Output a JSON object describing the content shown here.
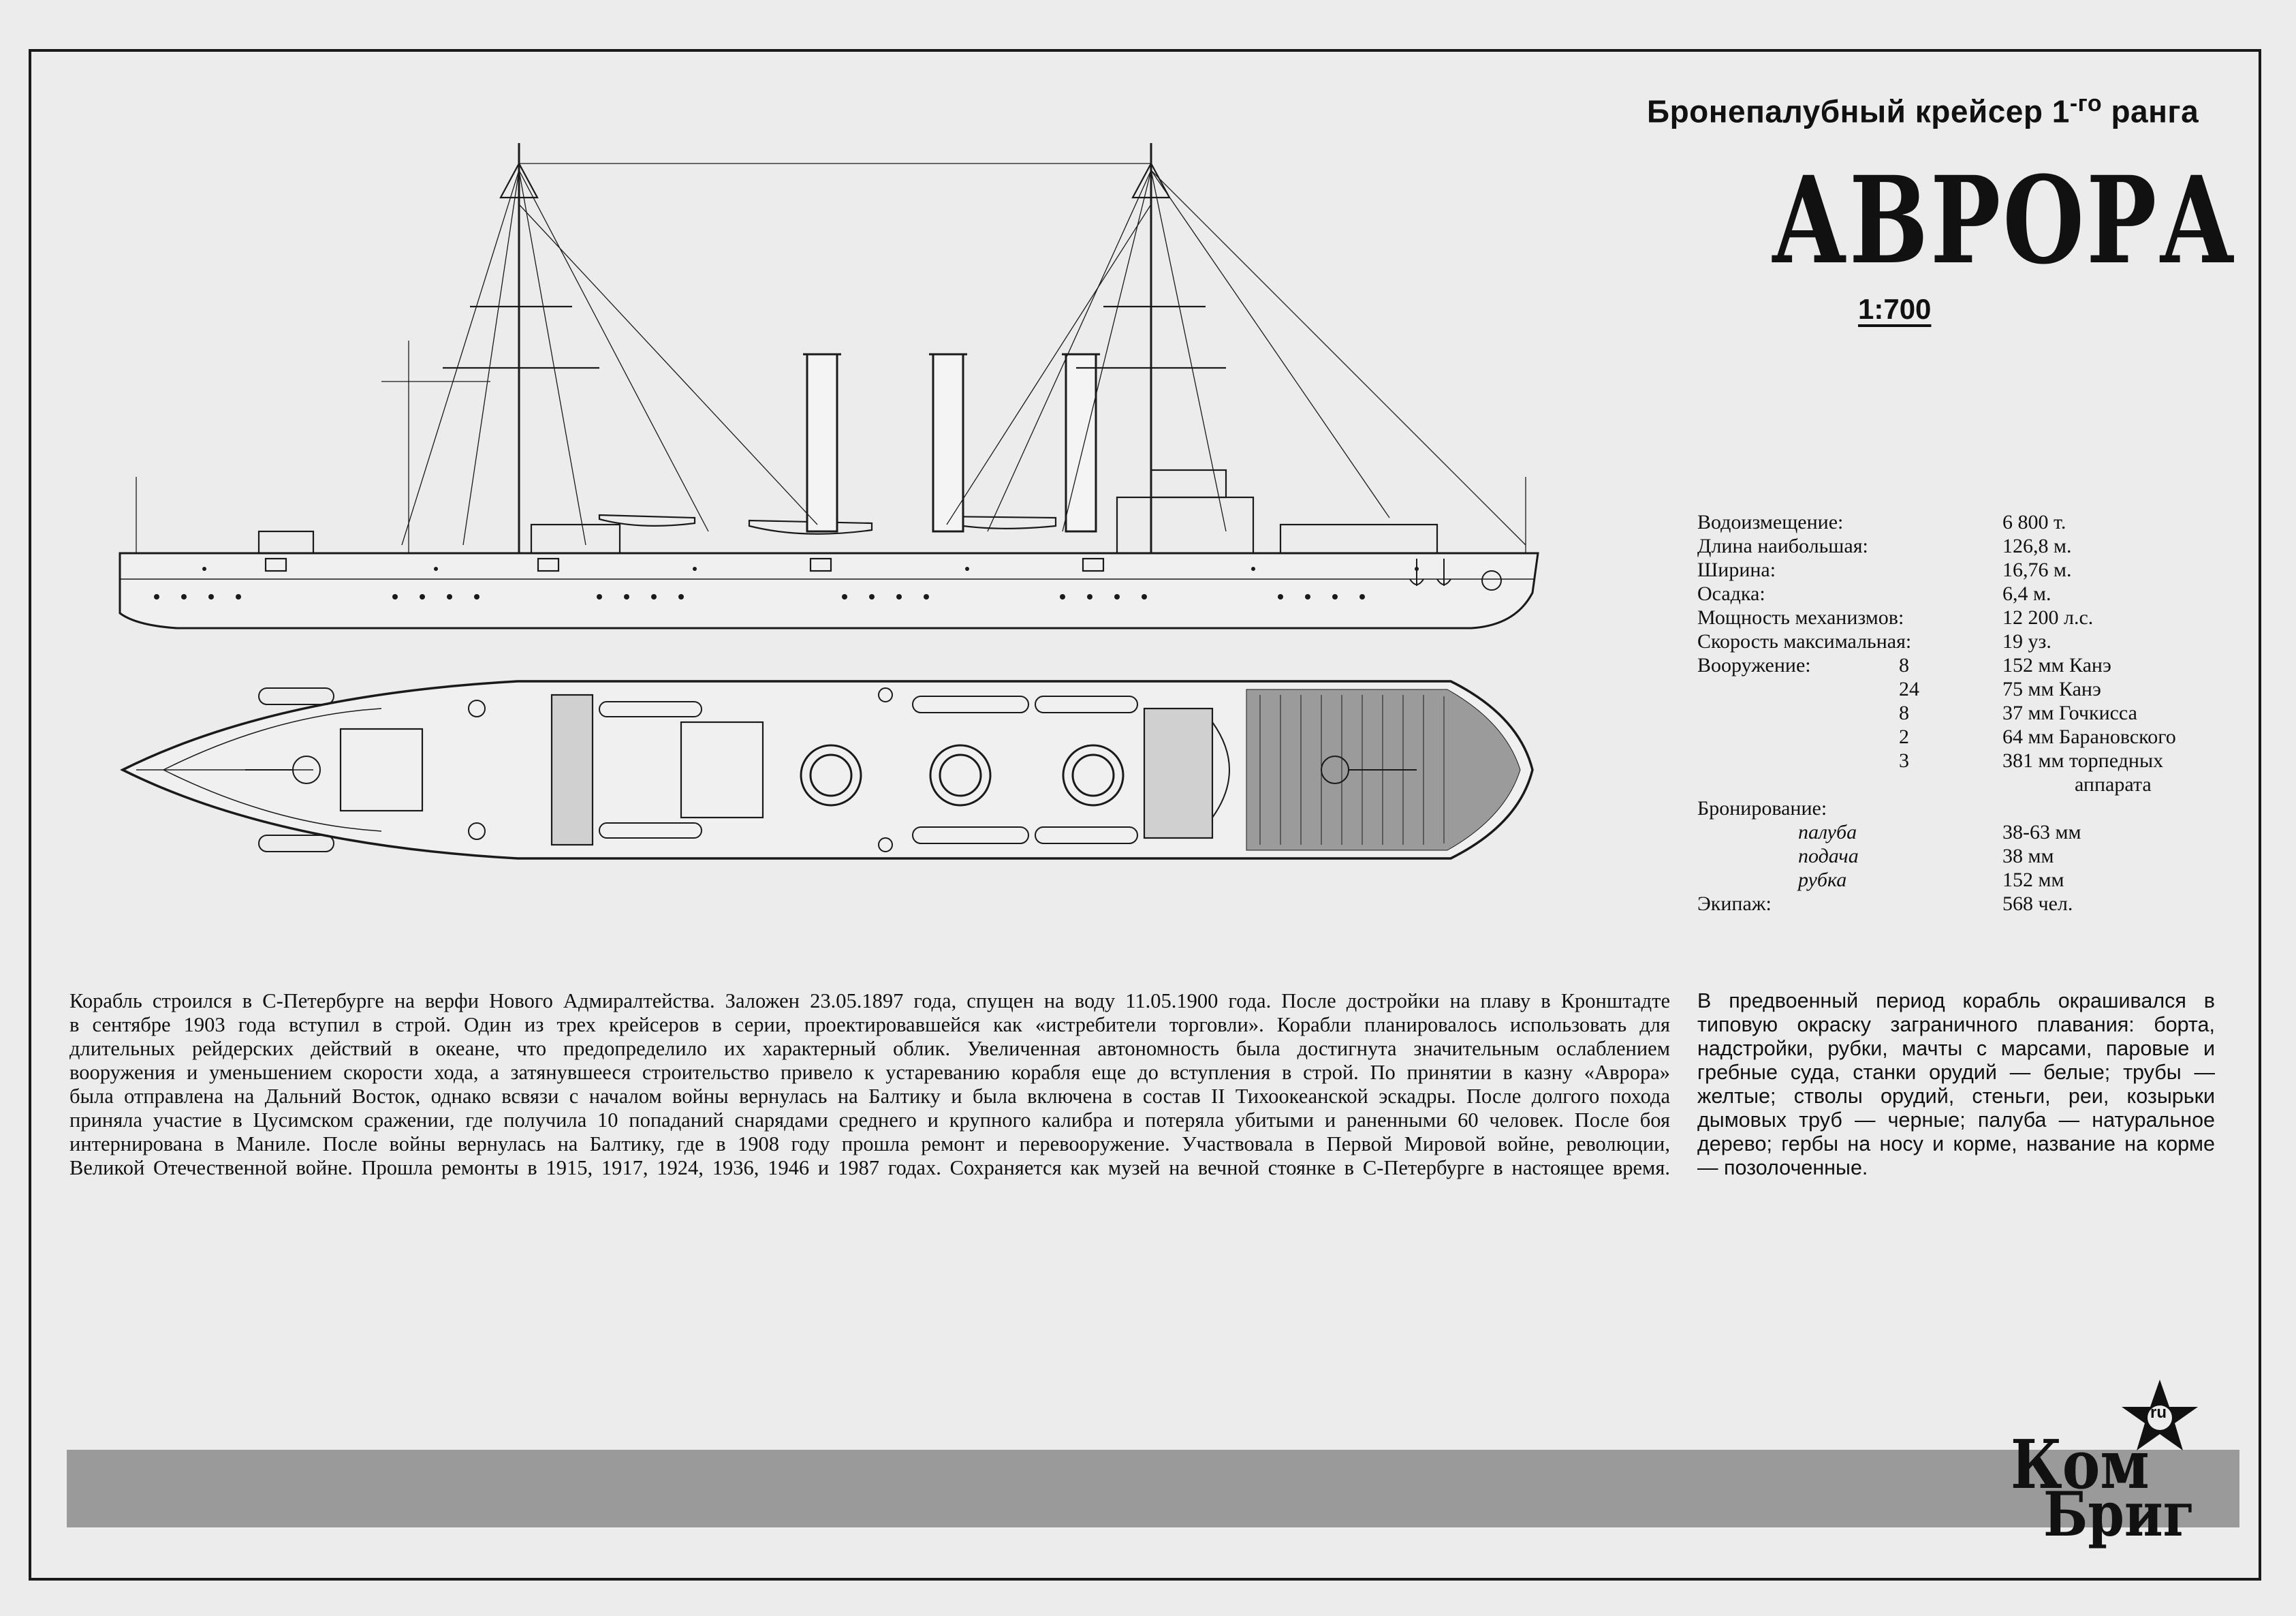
{
  "header": {
    "subtitle": "Бронепалубный крейсер 1",
    "subtitle_sup": "-го",
    "subtitle_end": "ранга",
    "title": "АВРОРА",
    "scale": "1:700"
  },
  "specs": {
    "displacement": {
      "label": "Водоизмещение:",
      "value": "6 800 т."
    },
    "length": {
      "label": "Длина наибольшая:",
      "value": "126,8 м."
    },
    "beam": {
      "label": "Ширина:",
      "value": "16,76 м."
    },
    "draft": {
      "label": "Осадка:",
      "value": "6,4 м."
    },
    "power": {
      "label": "Мощность механизмов:",
      "value": "12 200 л.с."
    },
    "speed": {
      "label": "Скорость максимальная:",
      "value": "19 уз."
    },
    "armament": {
      "label": "Вооружение:",
      "items": [
        {
          "count": "8",
          "name": "152 мм Канэ"
        },
        {
          "count": "24",
          "name": "75 мм Канэ"
        },
        {
          "count": "8",
          "name": "37 мм Гочкисса"
        },
        {
          "count": "2",
          "name": "64 мм Барановского"
        },
        {
          "count": "3",
          "name": "381 мм торпедных",
          "name2": "аппарата"
        }
      ]
    },
    "armor": {
      "label": "Бронирование:",
      "items": [
        {
          "name": "палуба",
          "value": "38-63 мм"
        },
        {
          "name": "подача",
          "value": "38 мм"
        },
        {
          "name": "рубка",
          "value": "152 мм"
        }
      ]
    },
    "crew": {
      "label": "Экипаж:",
      "value": "568 чел."
    }
  },
  "history_lines": [
    "Корабль строился в С-Петербурге на верфи Нового Адмиралтейства. Заложен 23.05.1897 года, спущен на воду 11.05.1900 года. После достройки на плаву в Кронштадте",
    "в сентябре 1903 года вступил в строй. Один из трех крейсеров в серии, проектировавшейся как «истребители торговли». Корабли планировалось использовать для",
    "длительных рейдерских действий в океане, что предопределило их характерный облик. Увеличенная автономность была достигнута значительным ослаблением",
    "вооружения и уменьшением скорости хода, а затянувшееся строительство привело к устареванию корабля еще до вступления в строй. По принятии в казну «Аврора»",
    "была отправлена на Дальний Восток, однако всвязи с началом войны вернулась на Балтику и была включена в состав II Тихоокеанской эскадры. После долгого похода",
    "приняла участие в Цусимском сражении, где получила 10 попаданий снарядами среднего и крупного калибра и потеряла убитыми и раненными 60 человек. После боя",
    "интернирована в Маниле. После войны вернулась на Балтику, где в 1908 году прошла ремонт и перевооружение. Участвовала в Первой Мировой войне, революции,",
    "Великой Отечественной войне. Прошла ремонты в 1915, 1917, 1924, 1936, 1946 и 1987 годах. Сохраняется как музей на вечной стоянке в С-Петербурге в настоящее время."
  ],
  "paint_text": "В предвоенный период корабль окрашивался в типовую окраску заграничного плавания: борта, надстройки, рубки, мачты с марсами, паровые и гребные суда, станки орудий — белые; трубы — желтые; стволы орудий, стеньги, реи, козырьки дымовых труб — черные; палуба — натуральное дерево; гербы на носу и корме, название на корме — позолоченные.",
  "logo": {
    "line1": "Ком",
    "line2": "Бриг",
    "badge": "ru"
  },
  "drawings": {
    "profile": "side-view-drawing",
    "plan": "top-view-drawing"
  }
}
